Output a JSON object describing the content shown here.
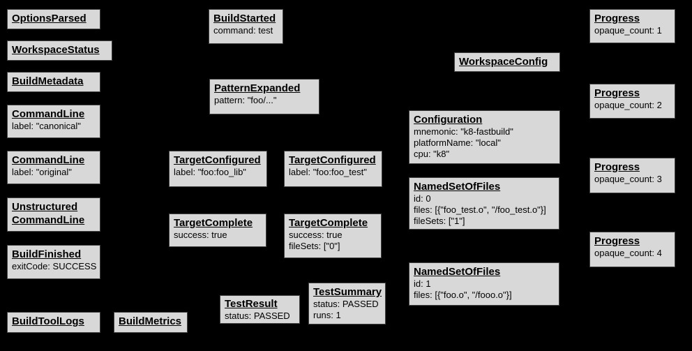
{
  "diagram": {
    "background_color": "#000000",
    "box_fill_color": "#d8d8d8",
    "box_border_color": "#444444",
    "text_color": "#000000",
    "boxes": [
      {
        "title": "OptionsParsed",
        "lines": []
      },
      {
        "title": "WorkspaceStatus",
        "lines": []
      },
      {
        "title": "BuildMetadata",
        "lines": []
      },
      {
        "title": "CommandLine",
        "lines": [
          "label: \"canonical\""
        ]
      },
      {
        "title": "CommandLine",
        "lines": [
          "label: \"original\""
        ]
      },
      {
        "title": "Unstructured CommandLine",
        "lines": []
      },
      {
        "title": "BuildFinished",
        "lines": [
          "exitCode: SUCCESS"
        ]
      },
      {
        "title": "BuildToolLogs",
        "lines": []
      },
      {
        "title": "BuildMetrics",
        "lines": []
      },
      {
        "title": "BuildStarted",
        "lines": [
          "command: test"
        ]
      },
      {
        "title": "PatternExpanded",
        "lines": [
          "pattern: \"foo/...\""
        ]
      },
      {
        "title": "TargetConfigured",
        "lines": [
          "label: \"foo:foo_lib\""
        ]
      },
      {
        "title": "TargetConfigured",
        "lines": [
          "label: \"foo:foo_test\""
        ]
      },
      {
        "title": "TargetComplete",
        "lines": [
          "success: true"
        ]
      },
      {
        "title": "TargetComplete",
        "lines": [
          "success: true",
          "fileSets: [\"0\"]"
        ]
      },
      {
        "title": "TestResult",
        "lines": [
          "status: PASSED"
        ]
      },
      {
        "title": "TestSummary",
        "lines": [
          "status: PASSED",
          "runs: 1"
        ]
      },
      {
        "title": "WorkspaceConfig",
        "lines": []
      },
      {
        "title": "Configuration",
        "lines": [
          "mnemonic: \"k8-fastbuild\"",
          "platformName: \"local\"",
          "cpu: \"k8\""
        ]
      },
      {
        "title": "NamedSetOfFiles",
        "lines": [
          "id: 0",
          "files: [{\"foo_test.o\", \"/foo_test.o\"}]",
          "fileSets: [\"1\"]"
        ]
      },
      {
        "title": "NamedSetOfFiles",
        "lines": [
          "id: 1",
          "files: [{\"foo.o\", \"/fooo.o\"}]"
        ]
      },
      {
        "title": "Progress",
        "lines": [
          "opaque_count: 1"
        ]
      },
      {
        "title": "Progress",
        "lines": [
          "opaque_count: 2"
        ]
      },
      {
        "title": "Progress",
        "lines": [
          "opaque_count: 3"
        ]
      },
      {
        "title": "Progress",
        "lines": [
          "opaque_count: 4"
        ]
      }
    ]
  }
}
